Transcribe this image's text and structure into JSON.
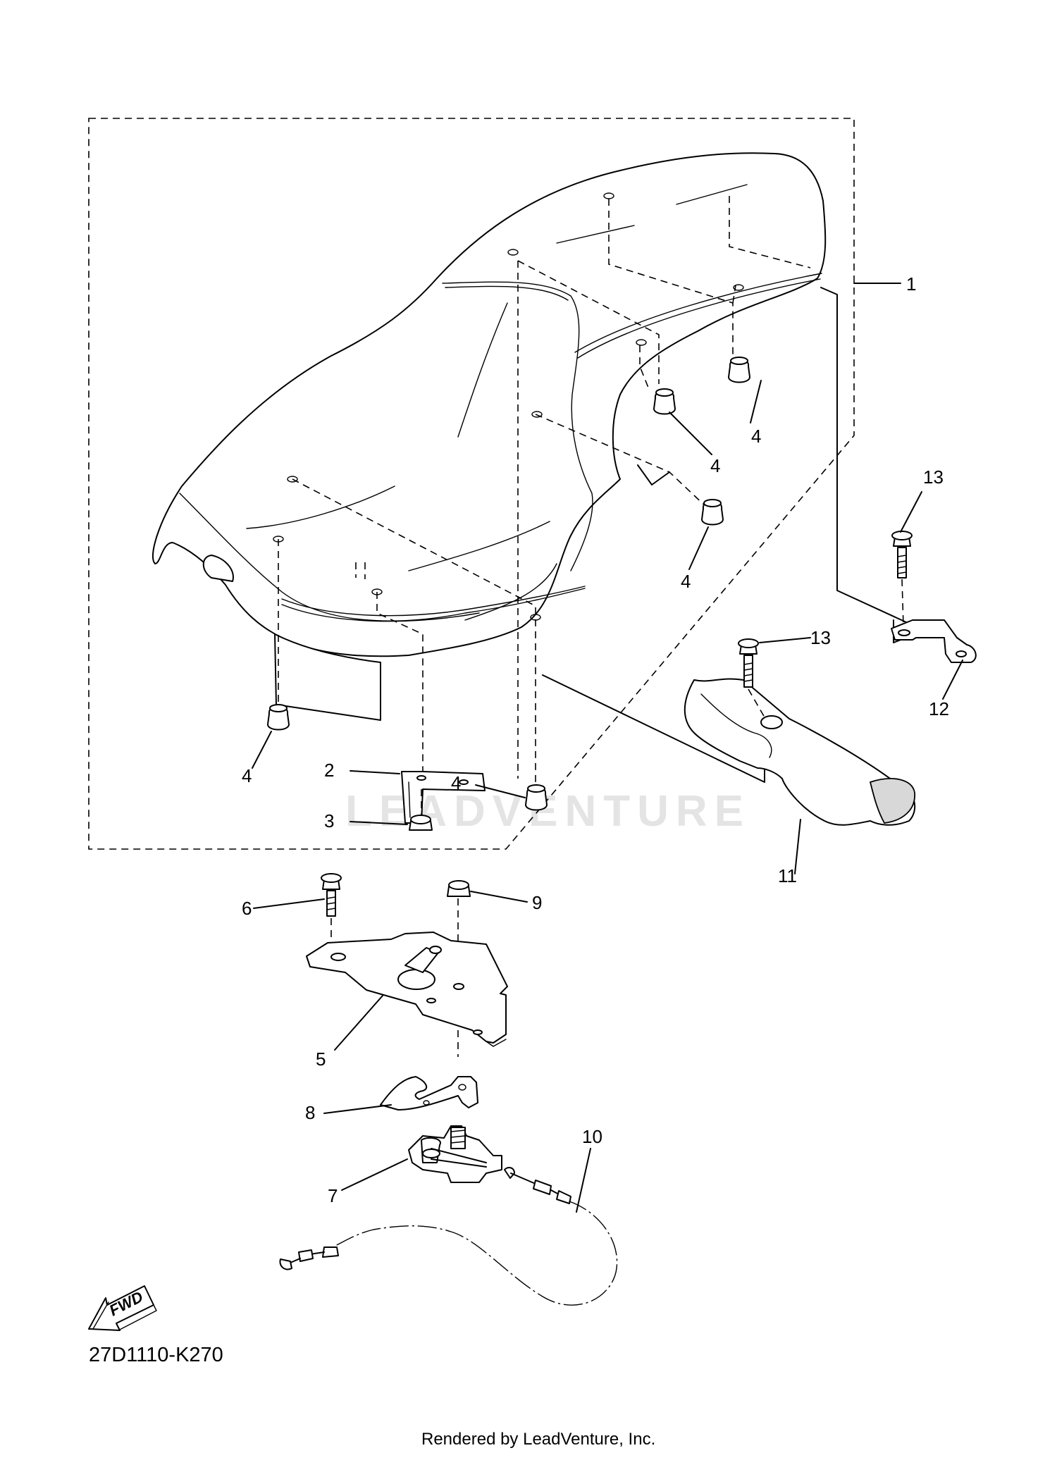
{
  "diagram_code": "27D1110-K270",
  "render_credit": "Rendered by LeadVenture, Inc.",
  "watermark_text": "LEADVENTURE",
  "direction_indicator": {
    "label": "FWD"
  },
  "callouts": [
    {
      "id": "c1",
      "label": "1"
    },
    {
      "id": "c2",
      "label": "2"
    },
    {
      "id": "c3",
      "label": "3"
    },
    {
      "id": "c4a",
      "label": "4"
    },
    {
      "id": "c4b",
      "label": "4"
    },
    {
      "id": "c4c",
      "label": "4"
    },
    {
      "id": "c4d",
      "label": "4"
    },
    {
      "id": "c4e",
      "label": "4"
    },
    {
      "id": "c5",
      "label": "5"
    },
    {
      "id": "c6",
      "label": "6"
    },
    {
      "id": "c7",
      "label": "7"
    },
    {
      "id": "c8",
      "label": "8"
    },
    {
      "id": "c9",
      "label": "9"
    },
    {
      "id": "c10",
      "label": "10"
    },
    {
      "id": "c11",
      "label": "11"
    },
    {
      "id": "c12",
      "label": "12"
    },
    {
      "id": "c13a",
      "label": "13"
    },
    {
      "id": "c13b",
      "label": "13"
    }
  ]
}
